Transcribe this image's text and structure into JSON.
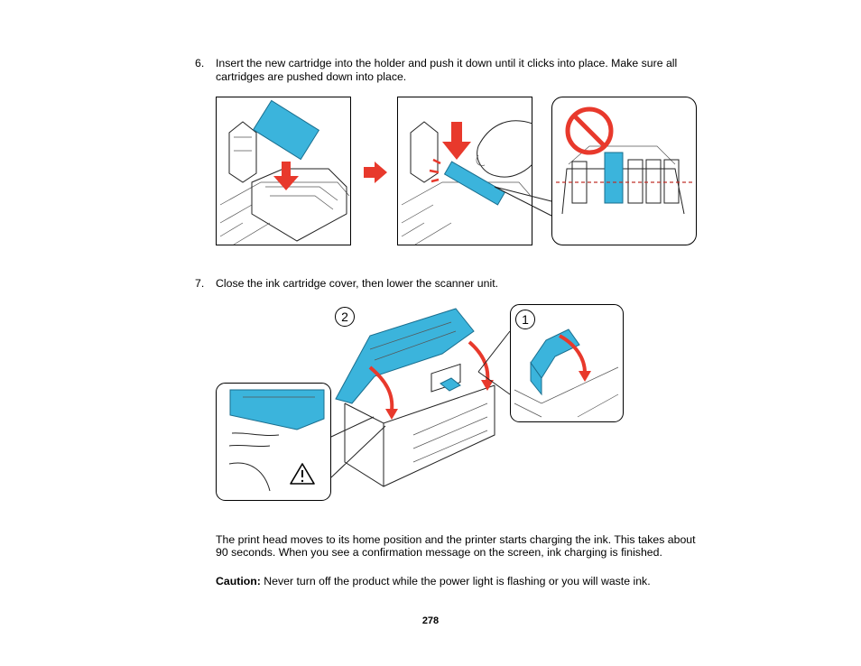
{
  "steps": [
    {
      "number": "6.",
      "line1": "Insert the new cartridge into the holder and push it down until it clicks into place. Make sure all",
      "line2": "cartridges are pushed down into place."
    },
    {
      "number": "7.",
      "line1": "Close the ink cartridge cover, then lower the scanner unit."
    }
  ],
  "figure2_markers": {
    "second": "2",
    "first": "1"
  },
  "body": {
    "line1": "The print head moves to its home position and the printer starts charging the ink. This takes about",
    "line2": "90 seconds. When you see a confirmation message on the screen, ink charging is finished."
  },
  "caution": {
    "label": "Caution:",
    "text": " Never turn off the product while the power light is flashing or you will waste ink."
  },
  "page_number": "278",
  "colors": {
    "ink": "#3bb4dc",
    "arrow": "#e8392c",
    "prohibited": "#e8392c"
  },
  "icons": [
    "arrow-right-icon",
    "prohibited-icon",
    "warning-icon"
  ]
}
